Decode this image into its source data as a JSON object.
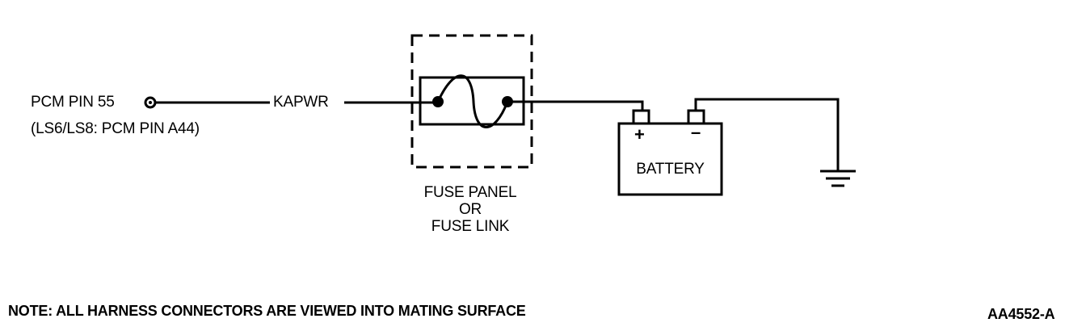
{
  "source": {
    "label": "PCM PIN 55",
    "alt_label": "(LS6/LS8: PCM PIN A44)"
  },
  "circuit": {
    "name": "KAPWR"
  },
  "fuse": {
    "line1": "FUSE PANEL",
    "line2": "OR",
    "line3": "FUSE LINK"
  },
  "battery": {
    "label": "BATTERY",
    "positive": "+",
    "negative": "–"
  },
  "footer": {
    "note": "NOTE:  ALL HARNESS CONNECTORS ARE VIEWED INTO MATING SURFACE",
    "figure_id": "AA4552-A"
  }
}
